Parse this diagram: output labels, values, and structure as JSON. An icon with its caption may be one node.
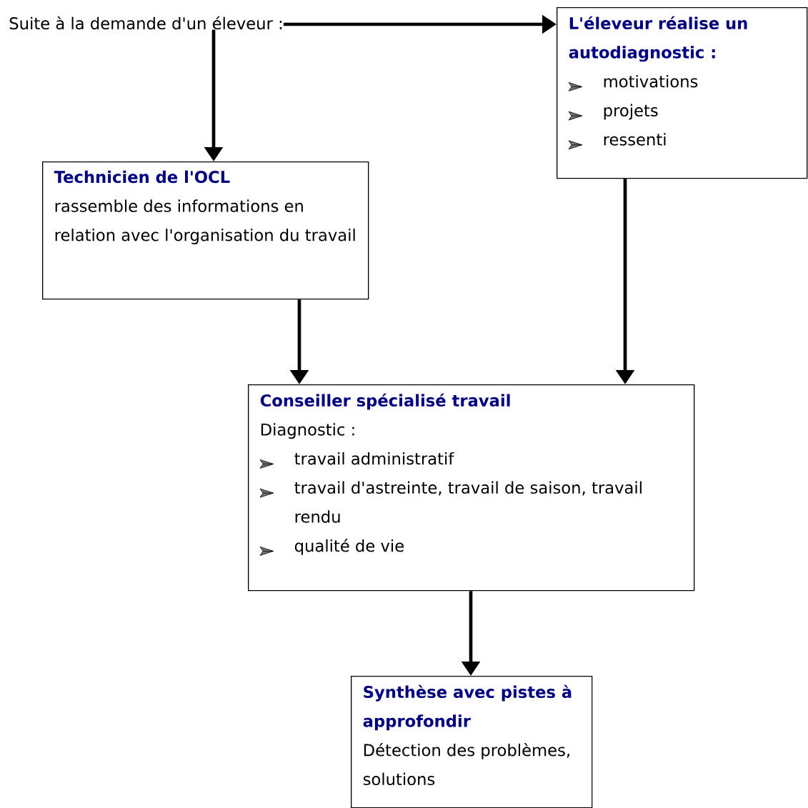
{
  "diagram": {
    "nodes": [
      {
        "text": [
          "Suite à la demande d'un éleveur :"
        ]
      },
      {
        "text": [
          "L'éleveur réalise un autodiagnostic :",
          "motivations",
          "projets",
          "ressenti"
        ]
      },
      {
        "text": [
          "Technicien de l'OCL",
          "rassemble des informations en relation avec l'organisation du travail"
        ]
      },
      {
        "text": [
          "Conseiller spécialisé travail",
          "Diagnostic :",
          "travail administratif",
          "travail d'astreinte, travail de saison, travail rendu",
          "qualité de vie"
        ]
      },
      {
        "text": [
          "Synthèse avec pistes à approfondir",
          "Détection des problèmes, solutions"
        ]
      }
    ],
    "edges": [
      {
        "from": 0,
        "to": 1,
        "arrow": "to"
      },
      {
        "from": 0,
        "to": 2,
        "arrow": "to"
      },
      {
        "from": 2,
        "to": 3,
        "arrow": "to"
      },
      {
        "from": 1,
        "to": 3,
        "arrow": "to"
      },
      {
        "from": 3,
        "to": 4,
        "arrow": "to"
      }
    ]
  }
}
